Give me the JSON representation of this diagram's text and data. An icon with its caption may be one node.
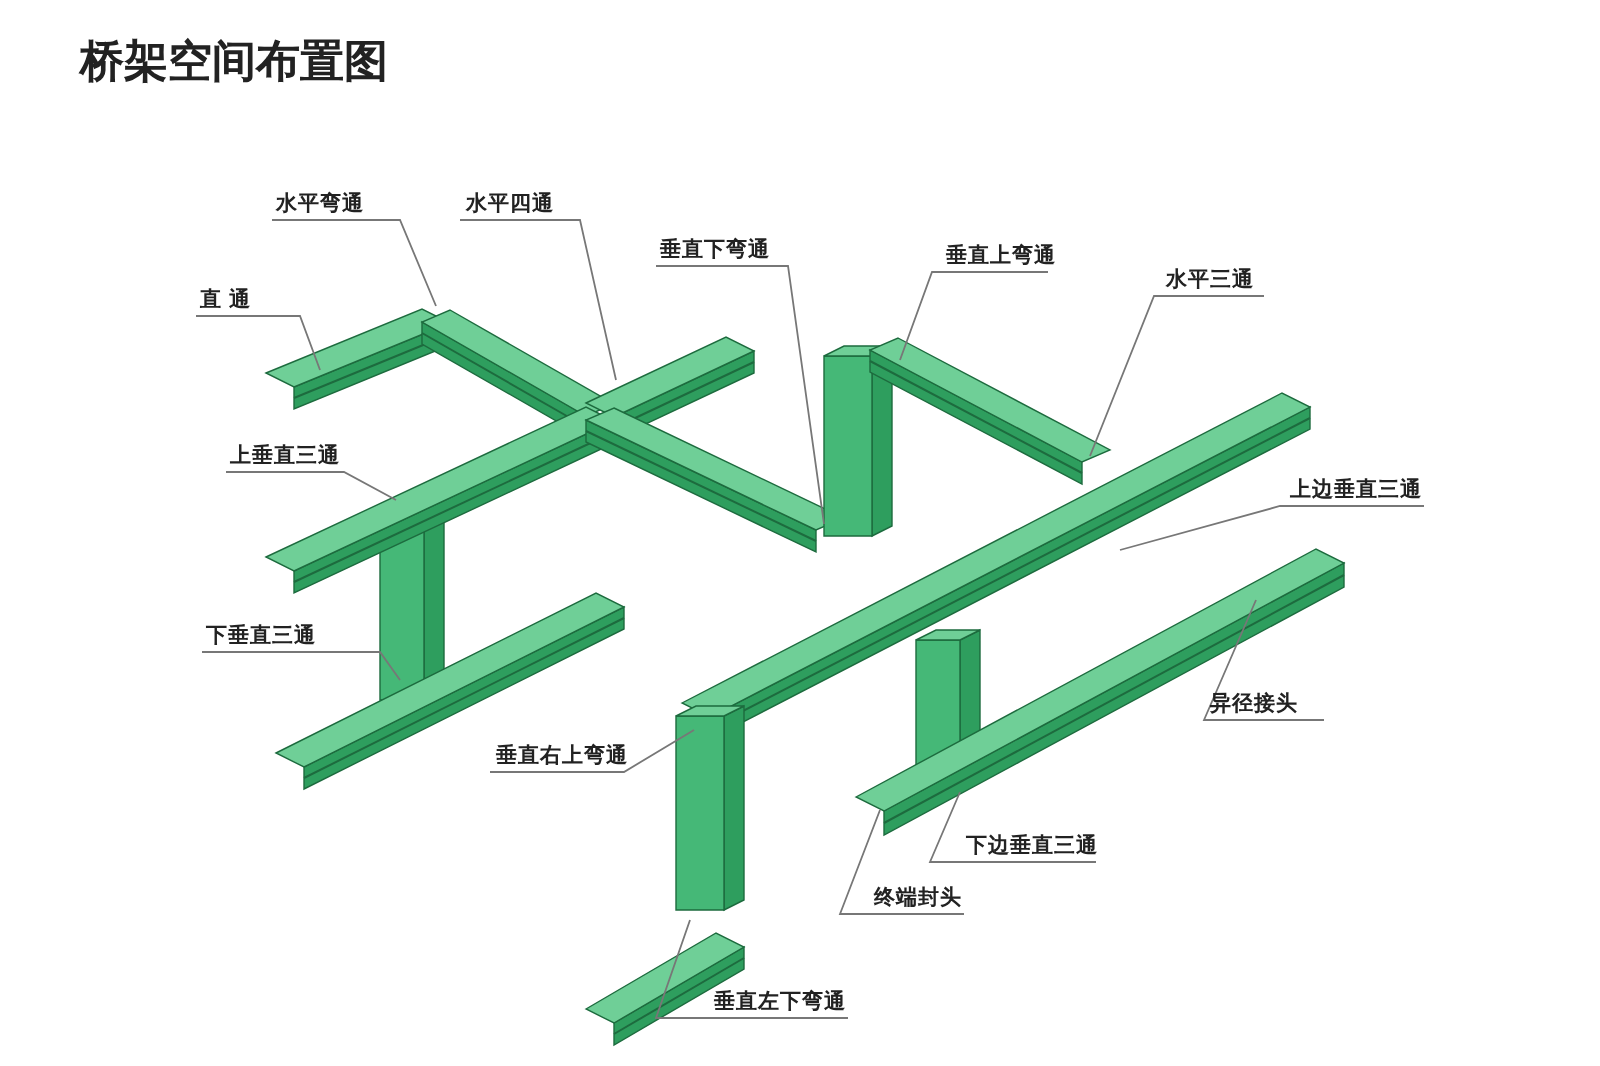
{
  "diagram": {
    "title": "桥架空间布置图",
    "nodes": [
      {
        "text": [
          "水平弯通"
        ]
      },
      {
        "text": [
          "水平四通"
        ]
      },
      {
        "text": [
          "垂直下弯通"
        ]
      },
      {
        "text": [
          "垂直上弯通"
        ]
      },
      {
        "text": [
          "水平三通"
        ]
      },
      {
        "text": [
          "直 通"
        ]
      },
      {
        "text": [
          "上垂直三通"
        ]
      },
      {
        "text": [
          "上边垂直三通"
        ]
      },
      {
        "text": [
          "下垂直三通"
        ]
      },
      {
        "text": [
          "异径接头"
        ]
      },
      {
        "text": [
          "垂直右上弯通"
        ]
      },
      {
        "text": [
          "下边垂直三通"
        ]
      },
      {
        "text": [
          "终端封头"
        ]
      },
      {
        "text": [
          "垂直左下弯通"
        ]
      }
    ],
    "edges": [
      {
        "from": 0,
        "to": null,
        "arrow": "none"
      },
      {
        "from": 1,
        "to": null,
        "arrow": "none"
      },
      {
        "from": 2,
        "to": null,
        "arrow": "none"
      },
      {
        "from": 3,
        "to": null,
        "arrow": "none"
      },
      {
        "from": 4,
        "to": null,
        "arrow": "none"
      },
      {
        "from": 5,
        "to": null,
        "arrow": "none"
      },
      {
        "from": 6,
        "to": null,
        "arrow": "none"
      },
      {
        "from": 7,
        "to": null,
        "arrow": "none"
      },
      {
        "from": 8,
        "to": null,
        "arrow": "none"
      },
      {
        "from": 9,
        "to": null,
        "arrow": "none"
      },
      {
        "from": 10,
        "to": null,
        "arrow": "none"
      },
      {
        "from": 11,
        "to": null,
        "arrow": "none"
      },
      {
        "from": 12,
        "to": null,
        "arrow": "none"
      },
      {
        "from": 13,
        "to": null,
        "arrow": "none"
      }
    ]
  }
}
